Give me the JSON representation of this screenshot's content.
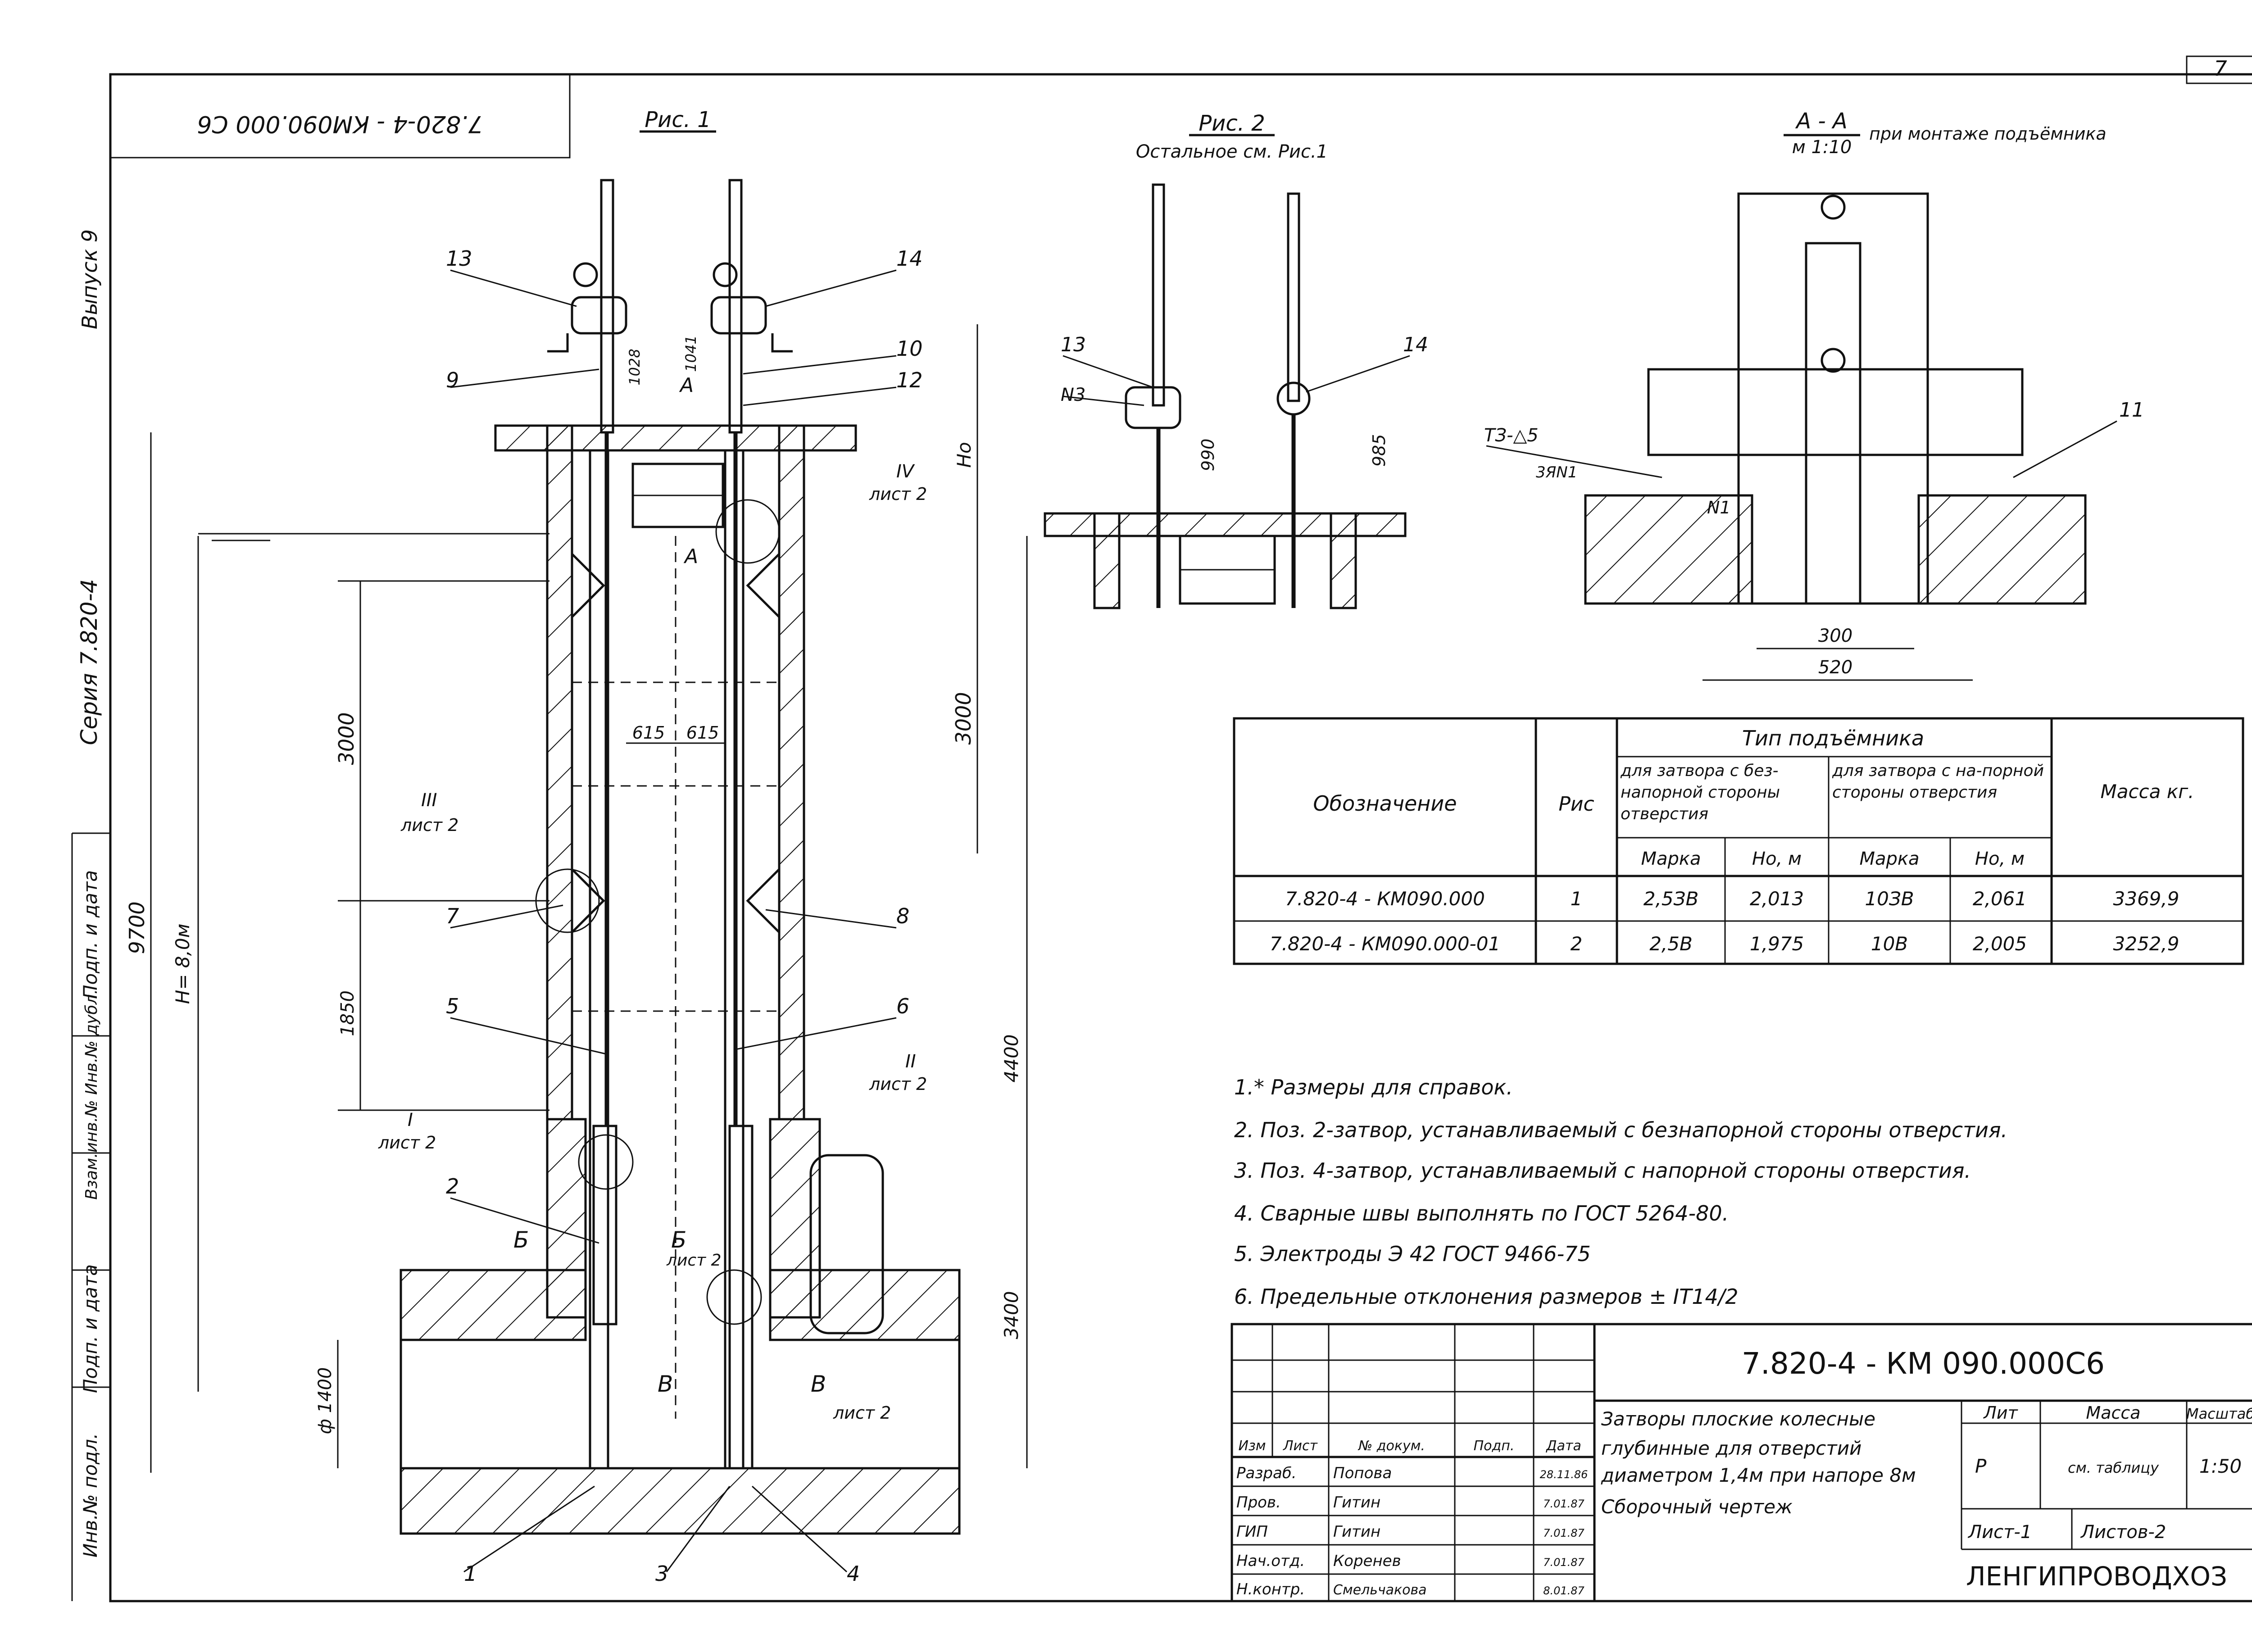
{
  "sheet": {
    "sheet_number": "7",
    "vertical_code": "7.820-4 - КМ090.000 С6",
    "left_stamps": [
      "Выпуск 9",
      "Серия 7.820-4"
    ],
    "left_stamp_cols": [
      "Подп. и дата",
      "Взам.инв.№ Инв.№ дубл.",
      "Подп. и дата",
      "Инв.№ подл."
    ]
  },
  "figure1": {
    "caption": "Рис. 1",
    "dims": {
      "h": "H= 8,0м",
      "h9700": "9700",
      "d3000_l": "3000",
      "d1850": "1850",
      "d1400": "ф 1400",
      "d615a": "615",
      "d615b": "615",
      "d1028": "1028",
      "d1041": "1041",
      "ho": "Но",
      "d3000_r": "3000",
      "d4400": "4400",
      "d3400": "3400"
    },
    "section_marks": {
      "a": "А",
      "a2": "А",
      "b1": "Б",
      "b2": "Б",
      "v1": "В",
      "v2": "В"
    },
    "sheet_refs": {
      "list": "лист 2",
      "r1": "I",
      "r2": "II",
      "r3": "III",
      "r4": "IV"
    },
    "positions": [
      "1",
      "2",
      "3",
      "4",
      "5",
      "6",
      "7",
      "8",
      "9",
      "10",
      "12",
      "13",
      "14"
    ]
  },
  "figure2": {
    "caption": "Рис. 2",
    "subcaption": "Остальное см. Рис.1",
    "labels": [
      "13",
      "N3",
      "14"
    ],
    "d990": "990",
    "d985": "985"
  },
  "section_aa": {
    "title": "А - А",
    "scale": "м 1:10",
    "note": "при монтаже подъёмника",
    "weld_a": "ТЗ-△5",
    "weld_b": "3ЯN1",
    "node": "N1",
    "pos": "11",
    "d300": "300",
    "d520": "520"
  },
  "spec_table": {
    "col_designation": "Обозначение",
    "col_fig": "Рис",
    "col_type": "Тип подъёмника",
    "col_free": "для затвора с без-напорной стороны отверстия",
    "col_press": "для затвора с на-порной стороны отверстия",
    "col_mass": "Масса кг.",
    "sub_mark": "Марка",
    "sub_ho": "Но, м",
    "rows": [
      {
        "designation": "7.820-4 - КМ090.000",
        "fig": "1",
        "mark1": "2,5ЗВ",
        "ho1": "2,013",
        "mark2": "10ЗВ",
        "ho2": "2,061",
        "mass": "3369,9"
      },
      {
        "designation": "7.820-4 - КМ090.000-01",
        "fig": "2",
        "mark1": "2,5В",
        "ho1": "1,975",
        "mark2": "10В",
        "ho2": "2,005",
        "mass": "3252,9"
      }
    ]
  },
  "notes": [
    "1.* Размеры для справок.",
    "2. Поз. 2-затвор, устанавливаемый с безнапорной стороны отверстия.",
    "3. Поз. 4-затвор, устанавливаемый с напорной стороны отверстия.",
    "4. Сварные швы выполнять по ГОСТ 5264-80.",
    "5. Электроды Э 42 ГОСТ 9466-75",
    "6. Предельные отклонения размеров ± IT14/2"
  ],
  "title_block": {
    "code": "7.820-4 - КМ 090.000С6",
    "title_lines": [
      "Затворы плоские колесные",
      "глубинные для отверстий",
      "диаметром 1,4м при напоре 8м"
    ],
    "doc_type": "Сборочный чертеж",
    "hdr": [
      "Изм",
      "Лист",
      "№ докум.",
      "Подп.",
      "Дата"
    ],
    "people": [
      {
        "role": "Разраб.",
        "name": "Попова",
        "date": "28.11.86"
      },
      {
        "role": "Пров.",
        "name": "Гитин",
        "date": "7.01.87"
      },
      {
        "role": "ГИП",
        "name": "Гитин",
        "date": "7.01.87"
      },
      {
        "role": "Нач.отд.",
        "name": "Коренев",
        "date": "7.01.87"
      },
      {
        "role": "Н.контр.",
        "name": "Смельчакова",
        "date": "8.01.87"
      }
    ],
    "lit_hdr": "Лит",
    "lit_val": "Р",
    "mass_hdr": "Масса",
    "mass_val": "см. таблицу",
    "scale_hdr": "Масштаб",
    "scale_val": "1:50",
    "sheet": "Лист-1",
    "sheets": "Листов-2",
    "org": "ЛЕНГИПРОВОДХОЗ"
  }
}
